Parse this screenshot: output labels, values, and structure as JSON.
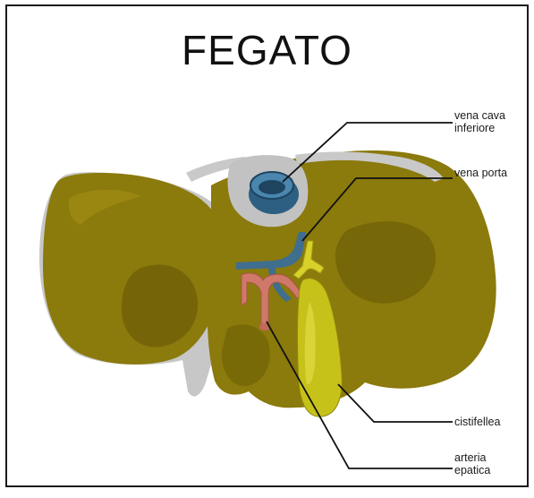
{
  "title": "FEGATO",
  "labels": {
    "vena_cava": [
      "vena cava",
      "inferiore"
    ],
    "vena_porta": "vena porta",
    "cistifellea": "cistifellea",
    "arteria_epatica": [
      "arteria",
      "epatica"
    ]
  },
  "colors": {
    "liver": "#8b7a0c",
    "liver_dark": "#6e5f07",
    "liver_shadow": "#574b05",
    "ligament": "#bcbcbc",
    "vein_blue": "#2c5f82",
    "portal_vein": "#3f6e8f",
    "artery": "#d0786a",
    "gallbladder": "#c6c21a",
    "bile_duct": "#d8d12a"
  }
}
